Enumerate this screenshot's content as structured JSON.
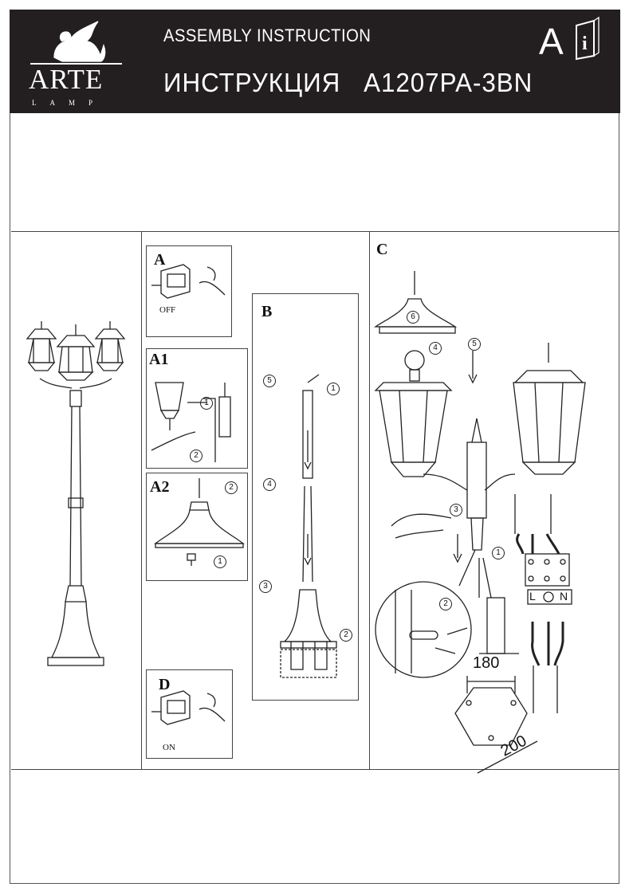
{
  "header": {
    "brand": "ARTE",
    "brand_sub": "LAMP",
    "title_en": "ASSEMBLY INSTRUCTION",
    "title_ru": "ИНСТРУКЦИЯ   A1207PA-3BN",
    "language_letter": "A"
  },
  "sections": {
    "a": {
      "label": "A",
      "switch_state": "OFF"
    },
    "a1": {
      "label": "A1",
      "steps": [
        "1",
        "2"
      ]
    },
    "a2": {
      "label": "A2",
      "steps": [
        "2",
        "1"
      ]
    },
    "b": {
      "label": "B",
      "steps": [
        "5",
        "1",
        "4",
        "3",
        "2"
      ]
    },
    "c": {
      "label": "C",
      "steps": [
        "6",
        "4",
        "5",
        "3",
        "1",
        "2"
      ],
      "dim_width": "180",
      "dim_across": "200",
      "terminal_live": "L",
      "terminal_neutral": "N"
    },
    "d": {
      "label": "D",
      "switch_state": "ON"
    }
  }
}
